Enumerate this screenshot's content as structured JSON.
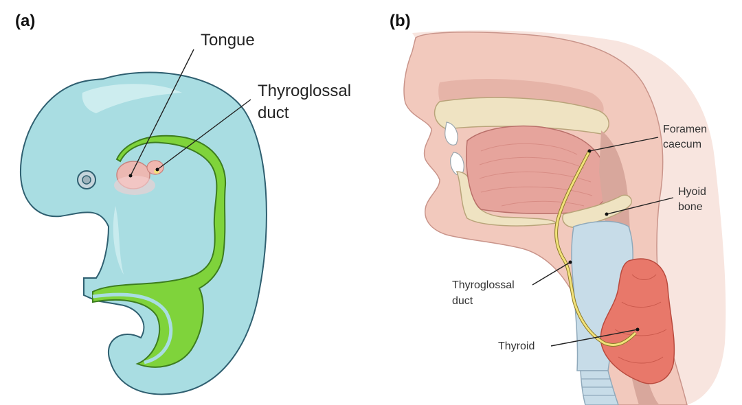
{
  "panels": {
    "a": {
      "label": "(a)",
      "labels": {
        "tongue": "Tongue",
        "duct_line1": "Thyroglossal",
        "duct_line2": "duct"
      }
    },
    "b": {
      "label": "(b)",
      "labels": {
        "foramen_line1": "Foramen",
        "foramen_line2": "caecum",
        "hyoid_line1": "Hyoid",
        "hyoid_line2": "bone",
        "duct_line1": "Thyroglossal",
        "duct_line2": "duct",
        "thyroid": "Thyroid"
      }
    }
  },
  "colors": {
    "embryo_body": "#a9dde2",
    "embryo_outline": "#2f5f70",
    "gut_tube": "#7fd33b",
    "tongue_bud": "#f0b7b0",
    "skin": "#f2c9bd",
    "skin_dark": "#c9948a",
    "bone": "#efe3c2",
    "tongue_muscle": "#e6a49c",
    "trachea": "#c7dce8",
    "duct_path": "#f2e27a",
    "thyroid_gland": "#e8786a"
  }
}
